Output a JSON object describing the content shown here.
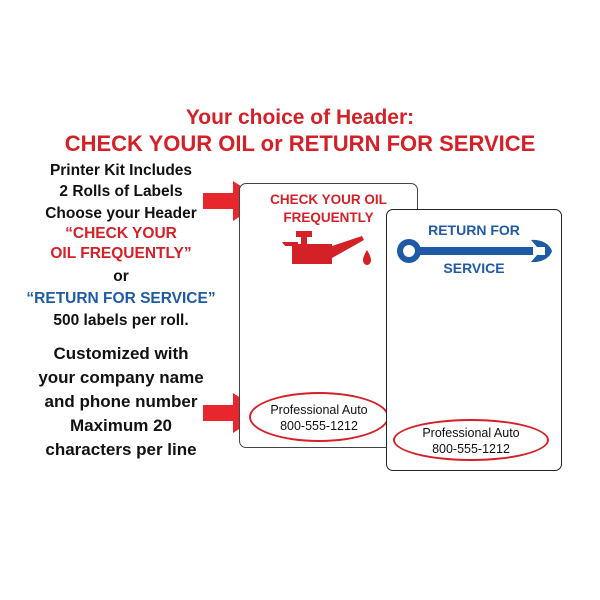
{
  "header": {
    "line1": "Your choice of Header:",
    "line2": "CHECK YOUR OIL or RETURN FOR SERVICE"
  },
  "kit_text": {
    "lines": [
      "Printer Kit Includes",
      "2 Rolls of Labels",
      "Choose your Header",
      "“CHECK YOUR",
      "OIL FREQUENTLY”",
      "or",
      "“RETURN FOR SERVICE”",
      "500 labels per roll."
    ]
  },
  "custom_text": {
    "lines": [
      "Customized with",
      "your company name",
      "and phone number",
      "Maximum 20",
      "characters per line"
    ]
  },
  "label_oil": {
    "title_line1": "CHECK YOUR OIL",
    "title_line2": "FREQUENTLY",
    "icon": "oil-can-icon",
    "company": "Professional Auto",
    "phone": "800-555-1212"
  },
  "label_service": {
    "title_line1": "RETURN FOR",
    "title_line2": "SERVICE",
    "icon": "wrench-icon",
    "company": "Professional Auto",
    "phone": "800-555-1212"
  },
  "colors": {
    "red": "#d42027",
    "blue": "#1f5aa6",
    "arrow": "#e8262e"
  }
}
